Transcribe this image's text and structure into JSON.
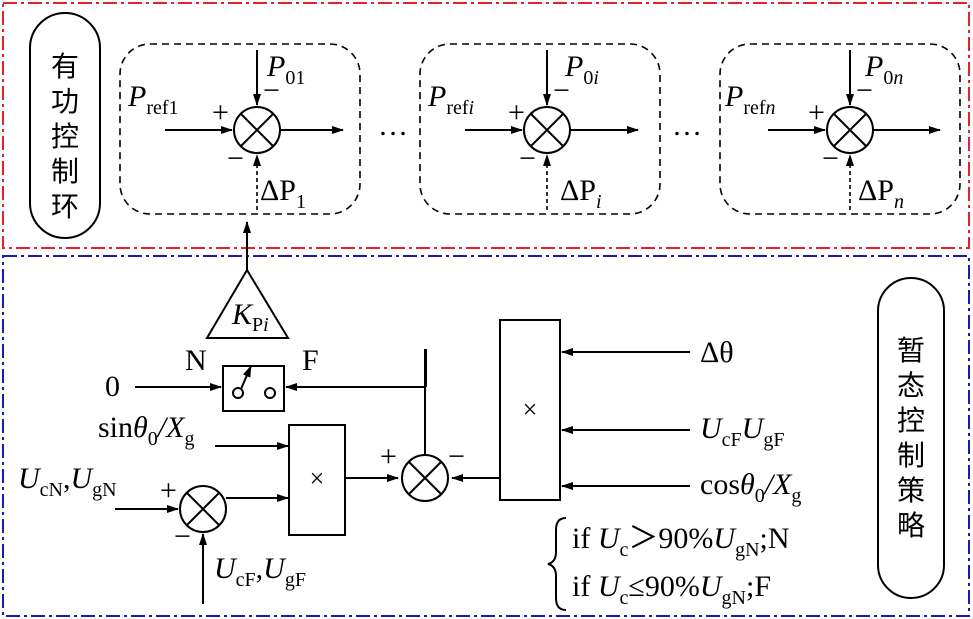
{
  "colors": {
    "upper_border": "#e8202a",
    "lower_border": "#1a1ab8",
    "line": "#000000"
  },
  "icons": {
    "summing_junction": "circle-cross-icon",
    "switch": "switch-icon",
    "gain": "triangle-gain-icon",
    "multiplier": "multiply-box-icon"
  },
  "upper": {
    "title_chars": [
      "有",
      "功",
      "控",
      "制",
      "环"
    ],
    "ellipsis": "…",
    "units": [
      {
        "ref_main": "P",
        "ref_sub": "ref1",
        "p0_main": "P",
        "p0_sub": "01",
        "dp_main": "ΔP",
        "dp_sub": "1"
      },
      {
        "ref_main": "P",
        "ref_sub": "ref",
        "ref_sub_it": "i",
        "p0_main": "P",
        "p0_sub": "0",
        "p0_sub_it": "i",
        "dp_main": "ΔP",
        "dp_sub": "i"
      },
      {
        "ref_main": "P",
        "ref_sub": "ref",
        "ref_sub_it": "n",
        "p0_main": "P",
        "p0_sub": "0",
        "p0_sub_it": "n",
        "dp_main": "ΔP",
        "dp_sub": "n"
      }
    ],
    "plus": "+",
    "minus": "−"
  },
  "lower": {
    "title_chars": [
      "暂",
      "态",
      "控",
      "制",
      "策",
      "略"
    ],
    "gain_main": "K",
    "gain_sub": "P",
    "gain_sub_it": "i",
    "switch_n": "N",
    "switch_f": "F",
    "zero_input": "0",
    "sin_pre": "sin",
    "theta": "θ",
    "zero_sub": "0",
    "slash_x": "/X",
    "g_sub": "g",
    "cos_pre": "cos",
    "ucn_main": "U",
    "ucn_sub": "cN",
    "ugn_main": "U",
    "ugn_sub": "gN",
    "ucf_main": "U",
    "ucf_sub": "cF",
    "ugf_main": "U",
    "ugf_sub": "gF",
    "comma": ",",
    "delta_theta": "Δθ",
    "multiply": "×",
    "condition1": {
      "pre": "if ",
      "u": "U",
      "c": "c",
      "op": "＞90%",
      "u2": "U",
      "gn": "gN",
      "post": ";N"
    },
    "condition2": {
      "pre": "if ",
      "u": "U",
      "c": "c",
      "op": "≤90%",
      "u2": "U",
      "gn": "gN",
      "post": ";F"
    }
  }
}
